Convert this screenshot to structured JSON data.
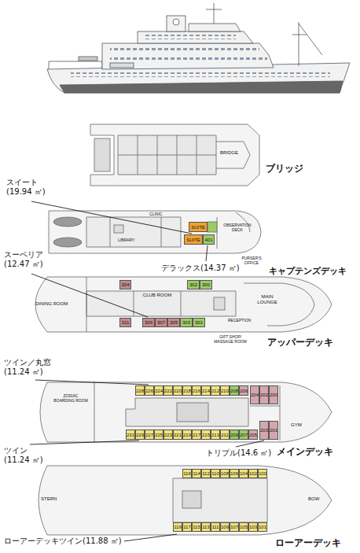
{
  "diagram": {
    "nodes": [
      {
        "text": [
          "SUITE"
        ]
      },
      {
        "text": [
          "SUITE"
        ]
      },
      {
        "text": [
          "401"
        ]
      },
      {
        "text": [
          "304"
        ]
      },
      {
        "text": [
          "302"
        ]
      },
      {
        "text": [
          "300"
        ]
      },
      {
        "text": [
          "311"
        ]
      },
      {
        "text": [
          "309"
        ]
      },
      {
        "text": [
          "307"
        ]
      },
      {
        "text": [
          "305"
        ]
      },
      {
        "text": [
          "303"
        ]
      },
      {
        "text": [
          "301"
        ]
      },
      {
        "text": [
          "228"
        ]
      },
      {
        "text": [
          "226"
        ]
      },
      {
        "text": [
          "224"
        ]
      },
      {
        "text": [
          "222"
        ]
      },
      {
        "text": [
          "220"
        ]
      },
      {
        "text": [
          "218"
        ]
      },
      {
        "text": [
          "216"
        ]
      },
      {
        "text": [
          "214"
        ]
      },
      {
        "text": [
          "212"
        ]
      },
      {
        "text": [
          "210"
        ]
      },
      {
        "text": [
          "208"
        ]
      },
      {
        "text": [
          "206"
        ]
      },
      {
        "text": [
          "204"
        ]
      },
      {
        "text": [
          "202"
        ]
      },
      {
        "text": [
          "200"
        ]
      },
      {
        "text": [
          "231"
        ]
      },
      {
        "text": [
          "229"
        ]
      },
      {
        "text": [
          "227"
        ]
      },
      {
        "text": [
          "225"
        ]
      },
      {
        "text": [
          "223"
        ]
      },
      {
        "text": [
          "221"
        ]
      },
      {
        "text": [
          "219"
        ]
      },
      {
        "text": [
          "217"
        ]
      },
      {
        "text": [
          "215"
        ]
      },
      {
        "text": [
          "213"
        ]
      },
      {
        "text": [
          "211"
        ]
      },
      {
        "text": [
          "209"
        ]
      },
      {
        "text": [
          "207"
        ]
      },
      {
        "text": [
          "205"
        ]
      },
      {
        "text": [
          "203"
        ]
      },
      {
        "text": [
          "201"
        ]
      },
      {
        "text": [
          "116"
        ]
      },
      {
        "text": [
          "114"
        ]
      },
      {
        "text": [
          "112"
        ]
      },
      {
        "text": [
          "110"
        ]
      },
      {
        "text": [
          "108"
        ]
      },
      {
        "text": [
          "106"
        ]
      },
      {
        "text": [
          "104"
        ]
      },
      {
        "text": [
          "102"
        ]
      },
      {
        "text": [
          "100"
        ]
      },
      {
        "text": [
          "119"
        ]
      },
      {
        "text": [
          "117"
        ]
      },
      {
        "text": [
          "115"
        ]
      },
      {
        "text": [
          "113"
        ]
      },
      {
        "text": [
          "111"
        ]
      },
      {
        "text": [
          "109"
        ]
      },
      {
        "text": [
          "107"
        ]
      },
      {
        "text": [
          "105"
        ]
      },
      {
        "text": [
          "103"
        ]
      },
      {
        "text": [
          "101"
        ]
      }
    ],
    "labels": [
      "BRIDGE",
      "ブリッジ",
      "スイート (19.94 ㎡)",
      "CLINIC",
      "LIBRARY",
      "OBSERVATION DECK",
      "デラックス(14.37 ㎡)",
      "キャプテンズデッキ",
      "スーペリア (12.47 ㎡)",
      "PURSER'S OFFICE",
      "DINING ROOM",
      "CLUB ROOM",
      "MAIN LOUNGE",
      "RECEPTION",
      "GIFT SHOP/ MASSAGE ROOM",
      "アッパーデッキ",
      "ツイン／丸窓 (11.24 ㎡)",
      "ZODIAC BOARDING ROOM",
      "GYM",
      "ツイン (11.24 ㎡)",
      "トリプル(14.6 ㎡)",
      "メインデッキ",
      "STERN",
      "BOW",
      "ローアーデッキツイン(11.88 ㎡)",
      "ローアーデッキ"
    ]
  }
}
